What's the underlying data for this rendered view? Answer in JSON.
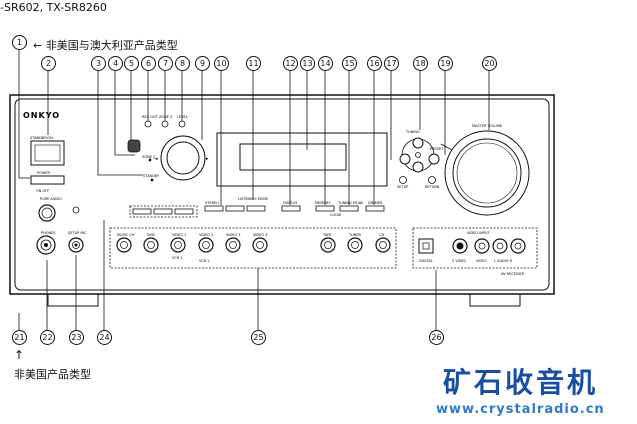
{
  "header": {
    "models": "-SR602, TX-SR8260"
  },
  "notes": {
    "top": "← 非美国与澳大利亚产品类型",
    "bottom": "非美国产品类型",
    "bottom_arrow": "↑"
  },
  "callouts": {
    "top": [
      "1",
      "2",
      "3",
      "4",
      "5",
      "6",
      "7",
      "8",
      "9",
      "10",
      "11",
      "12",
      "13",
      "14",
      "15",
      "16",
      "17",
      "18",
      "19",
      "20"
    ],
    "bottom": [
      "21",
      "22",
      "23",
      "24",
      "25",
      "26"
    ]
  },
  "device": {
    "brand": "ONKYO",
    "labels": {
      "standby_btn": "STANDBY/ON",
      "power": "POWER",
      "power_state": "ON   OFF",
      "pure_audio": "PURE AUDIO",
      "standby_led": "STANDBY",
      "zone2_led": "ZONE 2",
      "rec_out": "REC OUT",
      "zone2": "ZONE 2",
      "level": "LEVEL",
      "stereo": "STEREO",
      "listening_mode": "LISTENING MODE",
      "display": "DISPLAY",
      "memory": "MEMORY",
      "tuning_mode": "TUNING MODE",
      "clear": "CLEAR",
      "dimmer": "DIMMER",
      "tuning": "TUNING",
      "preset": "PRESET",
      "setup": "SETUP",
      "return": "RETURN",
      "master_volume": "MASTER VOLUME",
      "phones": "PHONES",
      "setup_mic": "SETUP MIC",
      "video_input": "VIDEO INPUT",
      "digital": "DIGITAL",
      "svideo": "S VIDEO",
      "video": "VIDEO",
      "audio_lr": "L AUDIO R",
      "av_receiver": "AV RECEIVER",
      "vcr1": "VCR 1",
      "vcr2": "VCR 2"
    },
    "input_buttons": [
      "MUSIC CH",
      "DVD",
      "VIDEO 1",
      "VIDEO 2",
      "VIDEO 3",
      "VIDEO 4",
      "TAPE",
      "TUNER",
      "CD"
    ]
  },
  "watermark": {
    "cn": "矿石收音机",
    "url": "www.crystalradio.cn"
  }
}
